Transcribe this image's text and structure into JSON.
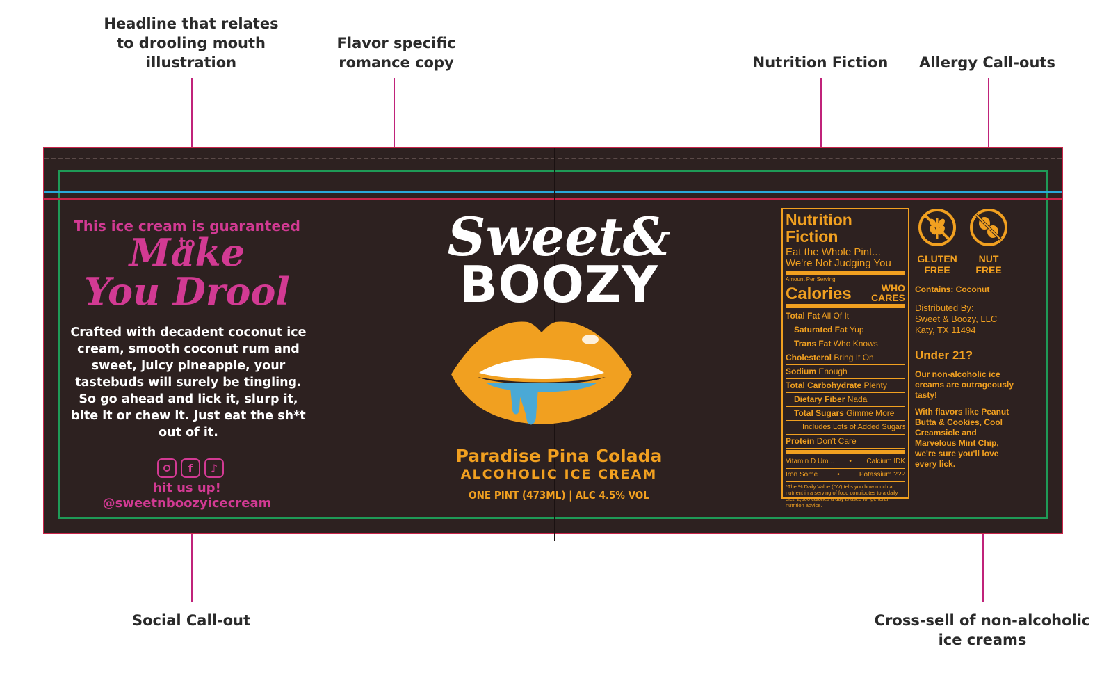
{
  "annotations": {
    "headline": "Headline that relates\nto drooling mouth\nillustration",
    "romance": "Flavor specific\nromance copy",
    "nutrition": "Nutrition Fiction",
    "allergy": "Allergy Call-outs",
    "social": "Social Call-out",
    "cross_sell": "Cross-sell of non-alcoholic\nice creams"
  },
  "left_panel": {
    "headline_intro": "This ice cream is guaranteed to",
    "headline_line1": "Make",
    "headline_line2": "You Drool",
    "romance_copy": "Crafted with decadent coconut ice cream, smooth coconut rum and sweet, juicy pineapple, your tastebuds will surely be tingling. So go ahead and lick it, slurp it, bite it or chew it. Just eat the sh*t out of it.",
    "social_icons": [
      "instagram-icon",
      "facebook-icon",
      "tiktok-icon"
    ],
    "social_line1": "hit us up!",
    "social_line2": "@sweetnboozyicecream"
  },
  "center_panel": {
    "brand_line1": "Sweet&",
    "brand_line2": "BOOZY",
    "flavor_name": "Paradise Pina Colada",
    "flavor_type": "ALCOHOLIC ICE CREAM",
    "volume": "ONE PINT (473ML) | ALC 4.5% VOL"
  },
  "nutrition": {
    "title": "Nutrition Fiction",
    "subtitle_1": "Eat the Whole Pint...",
    "subtitle_2": "We're Not Judging You",
    "amount_per_serving": "Amount Per Serving",
    "calories_label": "Calories",
    "calories_value_1": "WHO",
    "calories_value_2": "CARES",
    "rows": [
      {
        "label": "Total Fat",
        "value": "All Of It"
      },
      {
        "label": "Saturated Fat",
        "value": "Yup"
      },
      {
        "label": "Trans Fat",
        "value": "Who Knows"
      },
      {
        "label": "Cholesterol",
        "value": "Bring It On"
      },
      {
        "label": "Sodium",
        "value": "Enough"
      },
      {
        "label": "Total Carbohydrate",
        "value": "Plenty"
      },
      {
        "label": "Dietary Fiber",
        "value": "Nada"
      },
      {
        "label": "Total Sugars",
        "value": "Gimme More"
      },
      {
        "label": "",
        "value": "Includes Lots of Added Sugars"
      },
      {
        "label": "Protein",
        "value": "Don't Care"
      }
    ],
    "vitamins": [
      {
        "left": "Vitamin D Um...",
        "right": "Calcium IDK"
      },
      {
        "left": "Iron Some",
        "right": "Potassium ???"
      }
    ],
    "footnote": "*The % Daily Value (DV) tells you how much a nutrient in a serving of food contributes to a daily diet. 2,000 calories a day is used for general nutrition advice."
  },
  "allergy": {
    "badge1_line1": "GLUTEN",
    "badge1_line2": "FREE",
    "badge1_icon": "wheat-crossed-icon",
    "badge2_line1": "NUT",
    "badge2_line2": "FREE",
    "badge2_icon": "peanut-crossed-icon",
    "contains": "Contains: Coconut",
    "distributor": "Distributed By:\nSweet & Boozy, LLC\nKaty, TX 11494",
    "under21": "Under 21?",
    "cross_sell_1": "Our non-alcoholic ice creams are outrageously tasty!",
    "cross_sell_2": "With flavors like Peanut Butta & Cookies, Cool Creamsicle and Marvelous Mint Chip, we're sure you'll love every lick."
  },
  "colors": {
    "label_bg": "#2d2120",
    "pink": "#d23a93",
    "gold": "#f1a020",
    "leader": "#c0237a",
    "drip_blue": "#4aa9d6"
  }
}
